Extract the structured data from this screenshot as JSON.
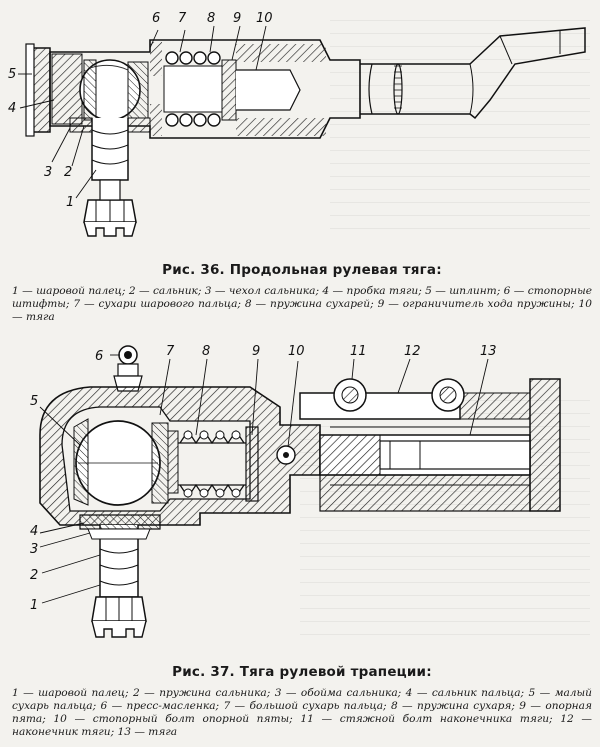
{
  "figure36": {
    "title": "Рис. 36. Продольная рулевая тяга:",
    "legend": "1 — шаровой палец; 2 — сальник; 3 — чехол сальника; 4 — пробка тяги; 5 — шплинт; 6 — стопорные штифты; 7 — сухари шарового пальца; 8 — пружина сухарей; 9 — ограничитель хода пружины; 10 — тяга",
    "callouts": [
      "1",
      "2",
      "3",
      "4",
      "5",
      "6",
      "7",
      "8",
      "9",
      "10"
    ]
  },
  "figure37": {
    "title": "Рис. 37. Тяга рулевой трапеции:",
    "legend": "1 — шаровой палец; 2 — пружина сальника; 3 — обойма сальника; 4 — сальник пальца; 5 — малый сухарь пальца; 6 — пресс-масленка; 7 — большой сухарь пальца; 8 — пружина сухаря; 9 — опорная пята; 10 — стопорный болт опорной пяты; 11 — стяжной болт наконечника тяги; 12 — наконечник тяги; 13 — тяга",
    "callouts": [
      "1",
      "2",
      "3",
      "4",
      "5",
      "6",
      "7",
      "8",
      "9",
      "10",
      "11",
      "12",
      "13"
    ]
  }
}
